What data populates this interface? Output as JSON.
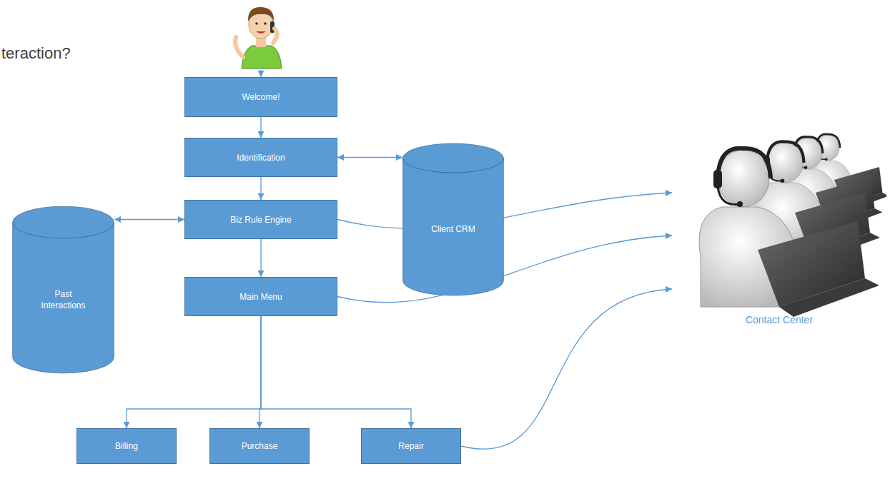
{
  "diagram": {
    "nodes": [
      {
        "text": [
          "Welcome!"
        ]
      },
      {
        "text": [
          "Identification"
        ]
      },
      {
        "text": [
          "Client CRM"
        ]
      },
      {
        "text": [
          "Past Interactions"
        ]
      },
      {
        "text": [
          "Biz Rule Engine"
        ]
      },
      {
        "text": [
          "Main Menu"
        ]
      },
      {
        "text": [
          "Billing"
        ]
      },
      {
        "text": [
          "Purchase"
        ]
      },
      {
        "text": [
          "Repair"
        ]
      },
      {
        "text": [
          "Contact Center"
        ]
      }
    ],
    "edges": [
      {
        "from": 0,
        "to": 1,
        "arrow": "to"
      },
      {
        "from": 1,
        "to": 2,
        "arrow": "both"
      },
      {
        "from": 1,
        "to": 4,
        "arrow": "to"
      },
      {
        "from": 3,
        "to": 4,
        "arrow": "both"
      },
      {
        "from": 4,
        "to": 5,
        "arrow": "to"
      },
      {
        "from": 5,
        "to": 6,
        "arrow": "to"
      },
      {
        "from": 5,
        "to": 7,
        "arrow": "to"
      },
      {
        "from": 5,
        "to": 8,
        "arrow": "to"
      },
      {
        "from": 4,
        "to": 9,
        "arrow": "to"
      },
      {
        "from": 5,
        "to": 9,
        "arrow": "to"
      },
      {
        "from": 8,
        "to": 9,
        "arrow": "to"
      }
    ],
    "labels": [
      "teraction?"
    ]
  }
}
